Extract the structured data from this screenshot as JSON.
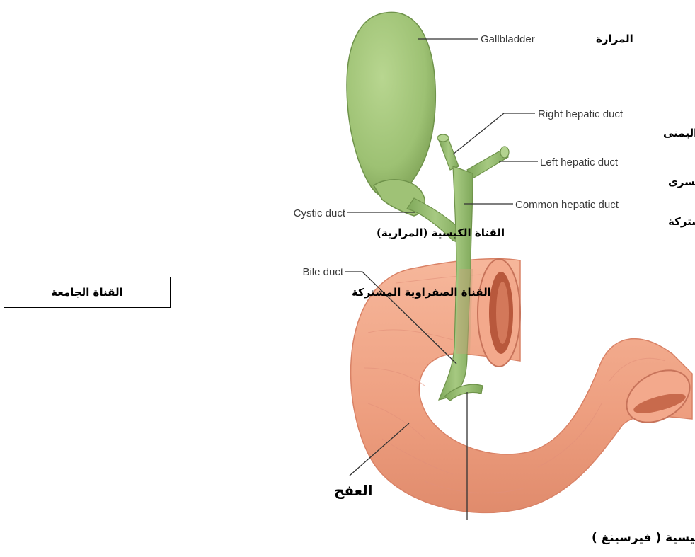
{
  "labels": {
    "gallbladder_en": "Gallbladder",
    "gallbladder_ar": "المرارة",
    "right_hepatic_en": "Right hepatic duct",
    "right_hepatic_ar": "القناة الكبدية اليمنى",
    "left_hepatic_en": "Left hepatic duct",
    "left_hepatic_ar": "القناة الكبدية اليسرى",
    "common_hepatic_en": "Common hepatic duct",
    "common_hepatic_ar": "القناة الكبدية المشتركة",
    "cystic_en": "Cystic duct",
    "cystic_ar": "القناة الكيسية (المرارية)",
    "bile_en": "Bile duct",
    "bile_ar": "القناة الصفراوية المشتركة",
    "collecting_ar": "القناة الجامعة",
    "duodenum_ar": "العفج",
    "pancreatic_ar": "قناة البنكرياس الرئيسية ( فيرسينغ )"
  },
  "colors": {
    "gallbladder": "#9fc276",
    "duct": "#8fb866",
    "duodenum": "#f0a486",
    "duodenum_dark": "#d9826a",
    "lumen": "#c86a4c"
  }
}
